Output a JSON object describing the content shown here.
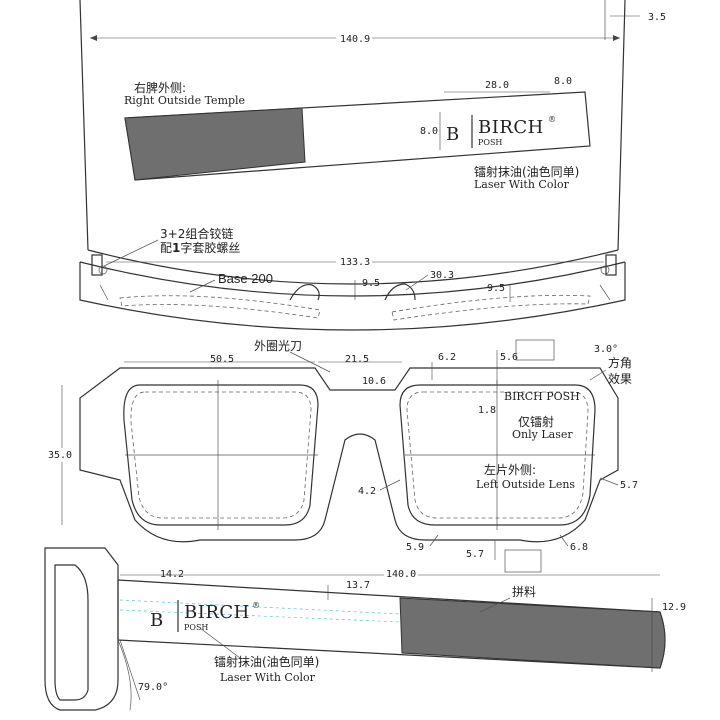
{
  "brand": {
    "name": "BIRCH",
    "sub": "POSH",
    "mark": "®",
    "monogram": "B"
  },
  "top_view": {
    "dims": {
      "width": "140.9",
      "right_offset": "3.5",
      "hinge_height": "133.3",
      "pad_left": "9.5",
      "pad_right": "9.5",
      "angle": "30.3"
    },
    "base_label": "Base 200",
    "hinge_note_cn": "3+2组合铰链",
    "hinge_note_cn2_pre": "配",
    "hinge_note_cn2_bold": "1",
    "hinge_note_cn2_post": "字套胶螺丝"
  },
  "temple_right": {
    "title_cn": "右脾外侧:",
    "title_en": "Right Outside Temple",
    "dim_logo_width": "28.0",
    "dim_logo_offset": "8.0",
    "dim_logo_height": "8.0",
    "laser_cn": "镭射抹油(油色同单)",
    "laser_en": "Laser With Color"
  },
  "front_view": {
    "rim_note_cn": "外圈光刀",
    "corner_note_cn1": "方角",
    "corner_note_cn2": "效果",
    "dims": {
      "lens_width": "50.5",
      "bridge": "21.5",
      "bridge_top": "10.6",
      "rim_top": "6.2",
      "rim_right": "5.6",
      "tilt": "3.0°",
      "lens_height": "35.0",
      "inner_gap": "1.8",
      "rim_side": "4.2",
      "hinge_side": "5.7",
      "rim_bottom_left": "5.9",
      "rim_bottom_mid": "5.7",
      "rim_bottom_right": "6.8"
    },
    "lens_logo": "BIRCH POSH",
    "lens_note_cn": "仅镭射",
    "lens_note_en": "Only Laser",
    "lens_title_cn": "左片外侧:",
    "lens_title_en": "Left Outside Lens"
  },
  "temple_left": {
    "dims": {
      "tip": "14.2",
      "logo_pos": "13.7",
      "length": "140.0",
      "end_height": "12.9",
      "angle": "79.0°"
    },
    "splice_cn": "拼料",
    "laser_cn": "镭射抹油(油色同单)",
    "laser_en": "Laser With Color"
  },
  "colors": {
    "line": "#333333",
    "hatch": "#6f6f6f",
    "cyan_guide": "#59c3d6"
  }
}
